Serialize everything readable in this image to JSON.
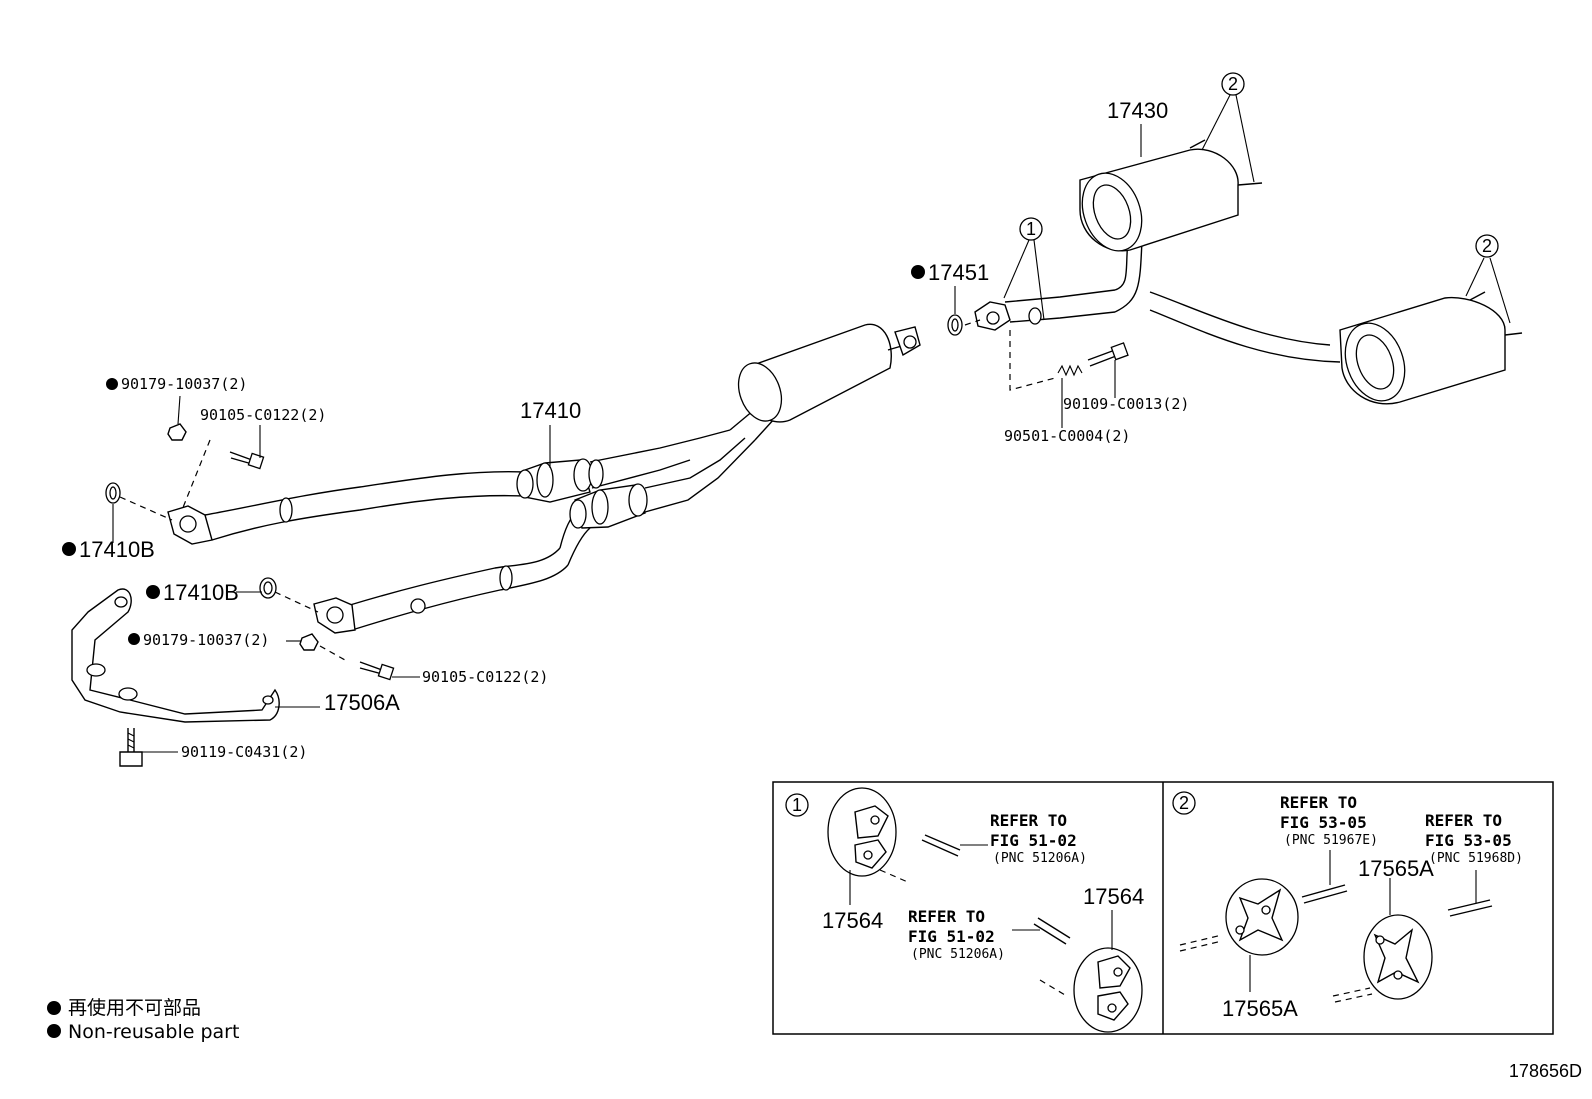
{
  "diagram": {
    "figure_number": "178656D",
    "callouts": {
      "c1": "1",
      "c2": "2"
    },
    "parts": {
      "p17430": "17430",
      "p17451": "17451",
      "p17410": "17410",
      "p17410B_top": "17410B",
      "p17410B_mid": "17410B",
      "p17506A": "17506A",
      "p90179_top": "90179-10037(2)",
      "p90105_top": "90105-C0122(2)",
      "p90179_mid": "90179-10037(2)",
      "p90105_mid": "90105-C0122(2)",
      "p90119": "90119-C0431(2)",
      "p90109": "90109-C0013(2)",
      "p90501": "90501-C0004(2)"
    },
    "inset1": {
      "number": "1",
      "part_a": "17564",
      "part_b": "17564",
      "ref_a": [
        "REFER TO",
        "FIG 51-02",
        "(PNC 51206A)"
      ],
      "ref_b": [
        "REFER TO",
        "FIG 51-02",
        "(PNC 51206A)"
      ]
    },
    "inset2": {
      "number": "2",
      "part_a": "17565A",
      "part_b": "17565A",
      "ref_a": [
        "REFER TO",
        "FIG 53-05",
        "(PNC 51967E)"
      ],
      "ref_b": [
        "REFER TO",
        "FIG 53-05",
        "(PNC 51968D)"
      ]
    },
    "legend": {
      "line_jp": "再使用不可部品",
      "line_en": "Non-reusable part"
    }
  }
}
